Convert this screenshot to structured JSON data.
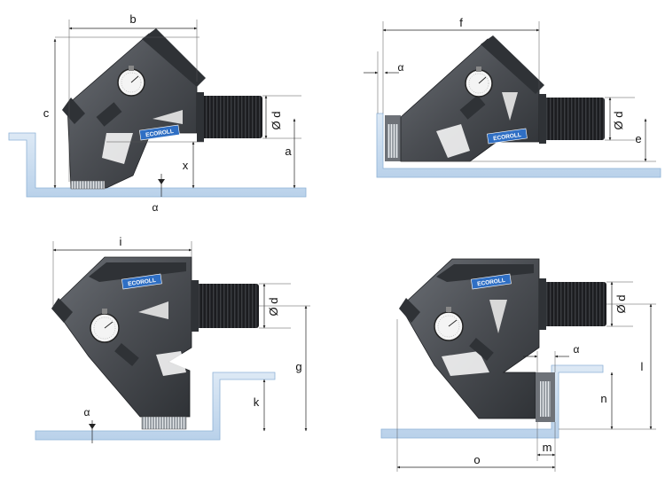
{
  "brand": {
    "logo": "ECOROLL"
  },
  "colors": {
    "body": "#4a4d52",
    "body_dark": "#2f3236",
    "shank": "#1c1d20",
    "workpiece": "#c8dcef",
    "workpiece_edge": "#8fb2d6",
    "logo_bg": "#2f6fc4",
    "gauge_face": "#f4f4f4"
  },
  "views": [
    {
      "id": "view-1",
      "labels": {
        "width": "b",
        "height": "c",
        "diameter": "Ø d",
        "axis_height": "a",
        "offset": "x",
        "angle": "α"
      }
    },
    {
      "id": "view-2",
      "labels": {
        "width": "f",
        "angle": "α",
        "diameter": "Ø d",
        "axis_height": "e"
      }
    },
    {
      "id": "view-3",
      "labels": {
        "width": "i",
        "diameter": "Ø d",
        "height": "g",
        "step": "k",
        "angle": "α"
      }
    },
    {
      "id": "view-4",
      "labels": {
        "diameter": "Ø d",
        "angle": "α",
        "height": "l",
        "step": "n",
        "width": "o",
        "gap": "m"
      }
    }
  ]
}
